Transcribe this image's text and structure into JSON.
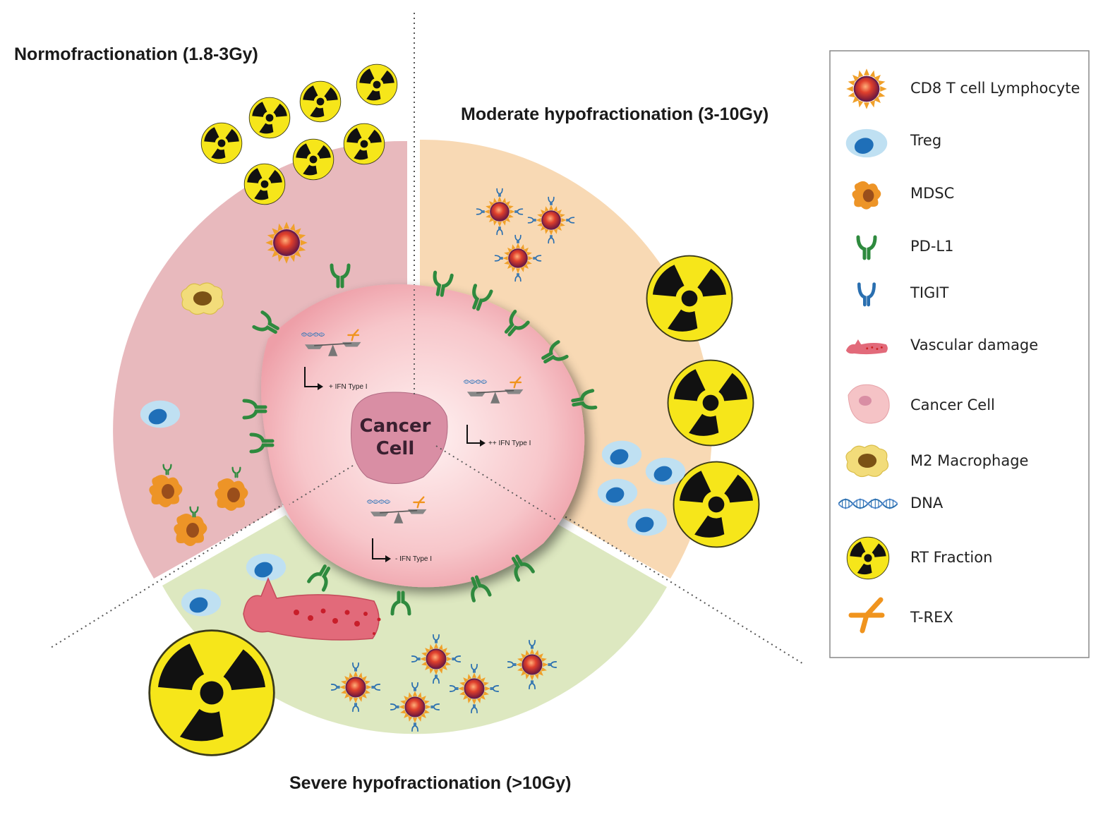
{
  "titles": {
    "normo": "Normofractionation (1.8-3Gy)",
    "moderate": "Moderate hypofractionation (3-10Gy)",
    "severe": "Severe hypofractionation (>10Gy)"
  },
  "cancer_cell": {
    "line1": "Cancer",
    "line2": "Cell"
  },
  "ifn": {
    "normo": "+ IFN Type I",
    "moderate": "++ IFN Type I",
    "severe": "- IFN Type I"
  },
  "legend": [
    {
      "icon": "cd8-t-cell-icon",
      "label": "CD8 T cell Lymphocyte"
    },
    {
      "icon": "treg-icon",
      "label": "Treg"
    },
    {
      "icon": "mdsc-icon",
      "label": "MDSC"
    },
    {
      "icon": "pd-l1-icon",
      "label": "PD-L1"
    },
    {
      "icon": "tigit-icon",
      "label": "TIGIT"
    },
    {
      "icon": "vascular-damage-icon",
      "label": "Vascular damage"
    },
    {
      "icon": "cancer-cell-icon",
      "label": "Cancer Cell"
    },
    {
      "icon": "m2-macrophage-icon",
      "label": "M2 Macrophage"
    },
    {
      "icon": "dna-icon",
      "label": "DNA"
    },
    {
      "icon": "rt-fraction-icon",
      "label": "RT Fraction"
    },
    {
      "icon": "t-rex-icon",
      "label": "T-REX"
    }
  ],
  "colors": {
    "normo_sector": "#e8b9bd",
    "moderate_sector": "#f8d9b4",
    "severe_sector": "#dde8c0",
    "cancer_cell": "#f5bcc1",
    "nucleus": "#d98ea4",
    "pd_l1": "#2e8a3e",
    "tigit": "#2a6fb0",
    "radiation_yellow": "#f6e61a",
    "t_rex": "#f0941e"
  }
}
